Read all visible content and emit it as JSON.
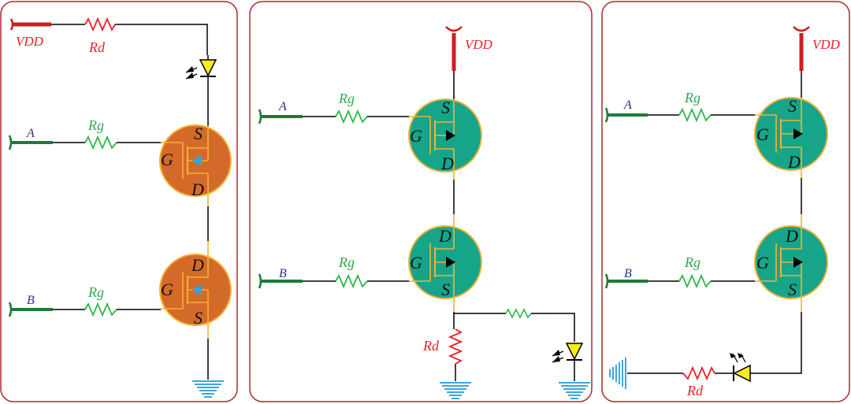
{
  "colors": {
    "panel_border": "#b0282c",
    "wire": "#000000",
    "vdd": "#cc1f1f",
    "resistor_gate": "#2db84a",
    "resistor_drain": "#e8202a",
    "input_wire": "#1f7a3a",
    "pmos_fill": "#d46a2a",
    "nmos_fill": "#17a58a",
    "transistor_outline": "#f2b233",
    "led": "#f6ec1e",
    "ground": "#3aa7e0",
    "arrow_pmos": "#29a9e0",
    "arrow_nmos": "#000000"
  },
  "panels": [
    {
      "id": "left",
      "labels": {
        "vdd": "VDD",
        "rd": "Rd",
        "input_a": "A",
        "input_b": "B",
        "rg_a": "Rg",
        "rg_b": "Rg"
      },
      "transistors": [
        {
          "type": "pmos",
          "pins": [
            "S",
            "G",
            "D"
          ]
        },
        {
          "type": "pmos",
          "pins": [
            "D",
            "G",
            "S"
          ]
        }
      ]
    },
    {
      "id": "middle",
      "labels": {
        "vdd": "VDD",
        "rd": "Rd",
        "input_a": "A",
        "input_b": "B",
        "rg_a": "Rg",
        "rg_b": "Rg"
      },
      "transistors": [
        {
          "type": "nmos",
          "pins": [
            "S",
            "G",
            "D"
          ]
        },
        {
          "type": "nmos",
          "pins": [
            "D",
            "G",
            "S"
          ]
        }
      ]
    },
    {
      "id": "right",
      "labels": {
        "vdd": "VDD",
        "rd": "Rd",
        "input_a": "A",
        "input_b": "B",
        "rg_a": "Rg",
        "rg_b": "Rg"
      },
      "transistors": [
        {
          "type": "nmos",
          "pins": [
            "S",
            "G",
            "D"
          ]
        },
        {
          "type": "nmos",
          "pins": [
            "D",
            "G",
            "S"
          ]
        }
      ]
    }
  ]
}
